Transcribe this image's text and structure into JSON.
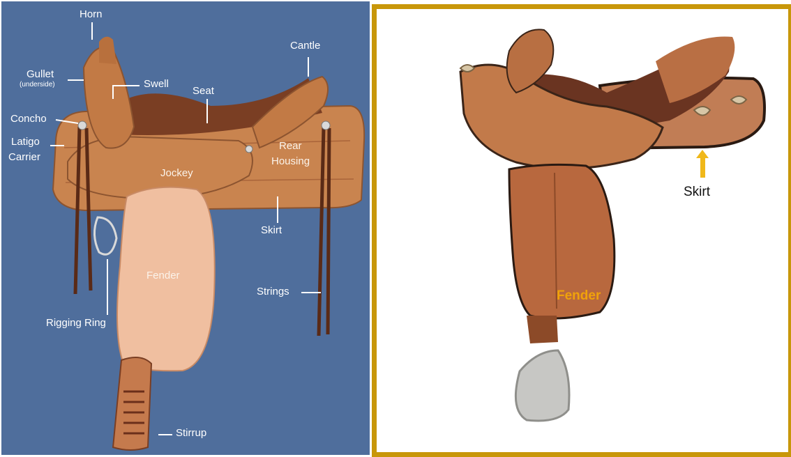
{
  "left_diagram": {
    "labels": {
      "horn": "Horn",
      "gullet": "Gullet",
      "gullet_note": "(underside)",
      "swell": "Swell",
      "seat": "Seat",
      "cantle": "Cantle",
      "concho": "Concho",
      "latigo_line1": "Latigo",
      "latigo_line2": "Carrier",
      "jockey": "Jockey",
      "rear_line1": "Rear",
      "rear_line2": "Housing",
      "skirt": "Skirt",
      "fender": "Fender",
      "strings": "Strings",
      "rigging_ring": "Rigging Ring",
      "stirrup": "Stirrup"
    }
  },
  "right_photo": {
    "labels": {
      "skirt": "Skirt",
      "fender": "Fender"
    },
    "colors": {
      "frame": "#c8970a",
      "fender_label": "#f0a20a",
      "arrow": "#f0b81a"
    }
  }
}
